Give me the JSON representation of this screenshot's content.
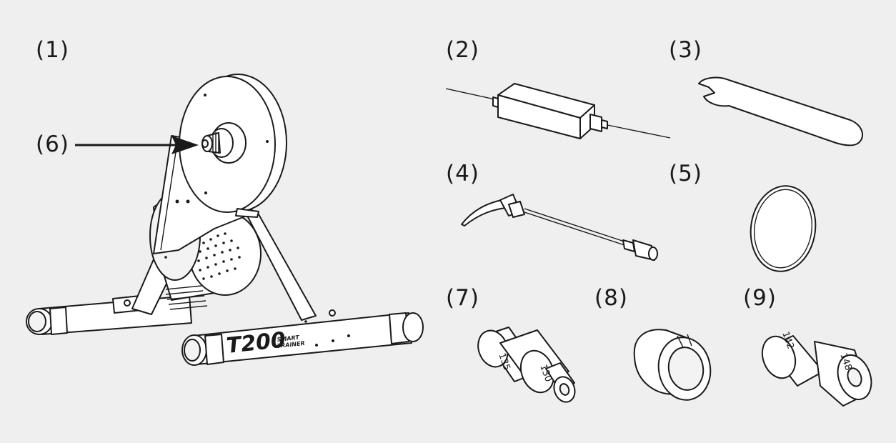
{
  "labels": {
    "l1": "(1)",
    "l2": "(2)",
    "l3": "(3)",
    "l4": "(4)",
    "l5": "(5)",
    "l6": "(6)",
    "l7": "(7)",
    "l8": "(8)",
    "l9": "(9)"
  },
  "trainer": {
    "logo_main": "T200",
    "logo_sub_1": "SMART",
    "logo_sub_2": "TRAINER"
  },
  "adapter_7": {
    "marking_a": "135",
    "marking_b": "130"
  },
  "adapter_9": {
    "marking_a": "142",
    "marking_b": "148"
  }
}
